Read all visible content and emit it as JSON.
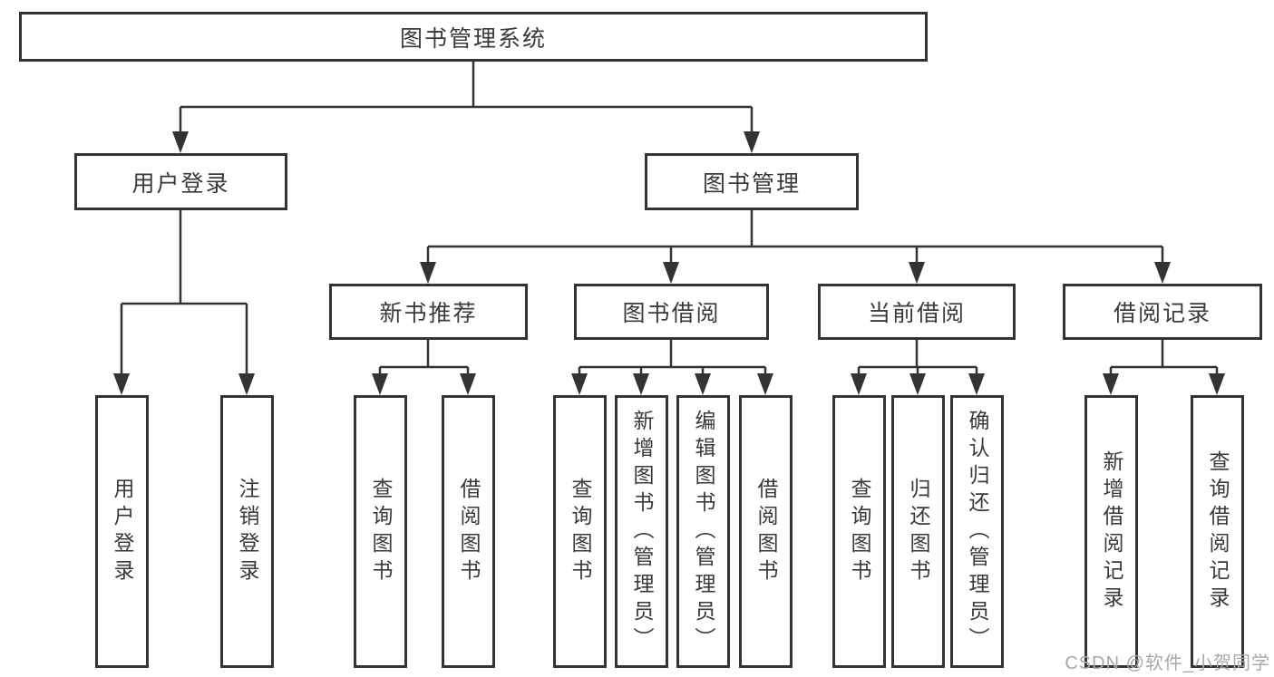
{
  "diagram": {
    "title": "图书管理系统",
    "branches": {
      "user_login": {
        "label": "用户登录",
        "children": [
          "用户登录",
          "注销登录"
        ]
      },
      "book_management": {
        "label": "图书管理",
        "sections": {
          "new_books": {
            "label": "新书推荐",
            "children": [
              "查询图书",
              "借阅图书"
            ]
          },
          "borrow": {
            "label": "图书借阅",
            "children": [
              "查询图书",
              "新增图书（管理员）",
              "编辑图书（管理员）",
              "借阅图书"
            ]
          },
          "current": {
            "label": "当前借阅",
            "children": [
              "查询图书",
              "归还图书",
              "确认归还（管理员）"
            ]
          },
          "records": {
            "label": "借阅记录",
            "children": [
              "新增借阅记录",
              "查询借阅记录"
            ]
          }
        }
      }
    }
  },
  "watermark": {
    "text": "CSDN @软件_小贺同学"
  },
  "colors": {
    "line": "#333333",
    "box_border": "#343434",
    "text": "#3a3a3a",
    "watermark": "#a8a8a8",
    "background": "#ffffff"
  }
}
